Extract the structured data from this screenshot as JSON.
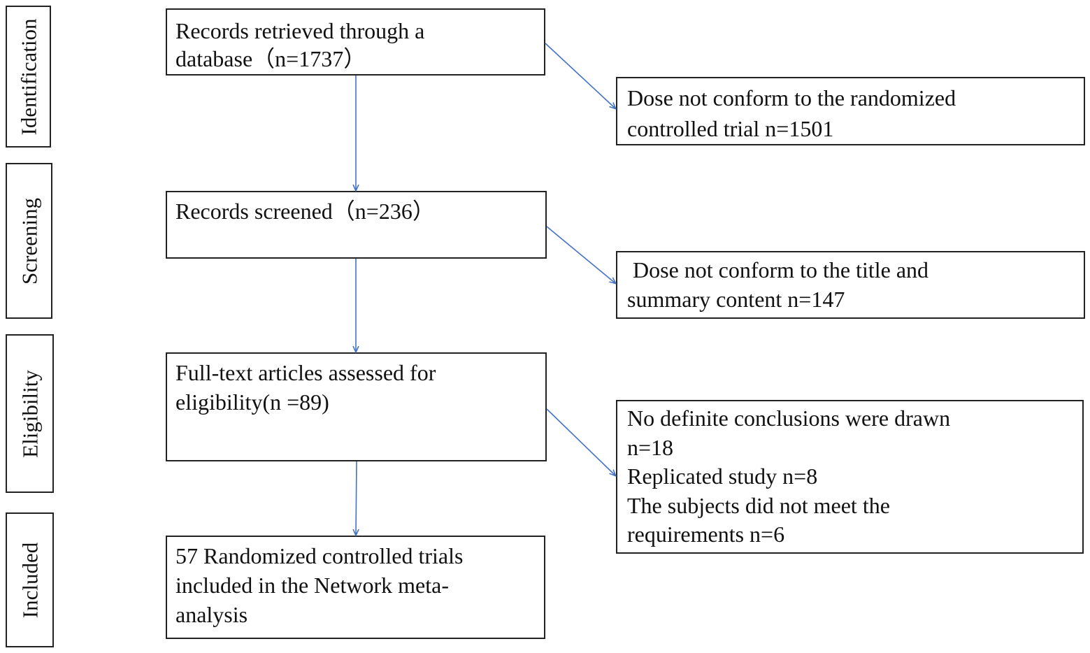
{
  "stages": [
    {
      "id": "identification",
      "label": "Identification"
    },
    {
      "id": "screening",
      "label": "Screening"
    },
    {
      "id": "eligibility",
      "label": "Eligibility"
    },
    {
      "id": "included",
      "label": "Included"
    }
  ],
  "main_boxes": {
    "records_retrieved": {
      "lines": [
        "Records retrieved through a",
        "database（n=1737）"
      ]
    },
    "records_screened": {
      "lines": [
        "Records screened（n=236）"
      ]
    },
    "full_text": {
      "lines": [
        "Full-text articles assessed for",
        "eligibility(n =89)"
      ]
    },
    "included": {
      "lines": [
        "57 Randomized controlled trials",
        "included in the Network meta-",
        "analysis"
      ]
    }
  },
  "exclusion_boxes": {
    "not_rct": {
      "lines": [
        "Dose not conform to the randomized",
        "controlled trial n=1501"
      ]
    },
    "not_title": {
      "lines": [
        " Dose not conform to the title and",
        "summary content n=147"
      ]
    },
    "fulltext_excluded": {
      "lines": [
        "No definite conclusions were drawn",
        "n=18",
        "Replicated study n=8",
        "The subjects did not meet the",
        "requirements n=6"
      ]
    }
  },
  "colors": {
    "border": "#222222",
    "arrow": "#4472c4",
    "text": "#111111"
  }
}
